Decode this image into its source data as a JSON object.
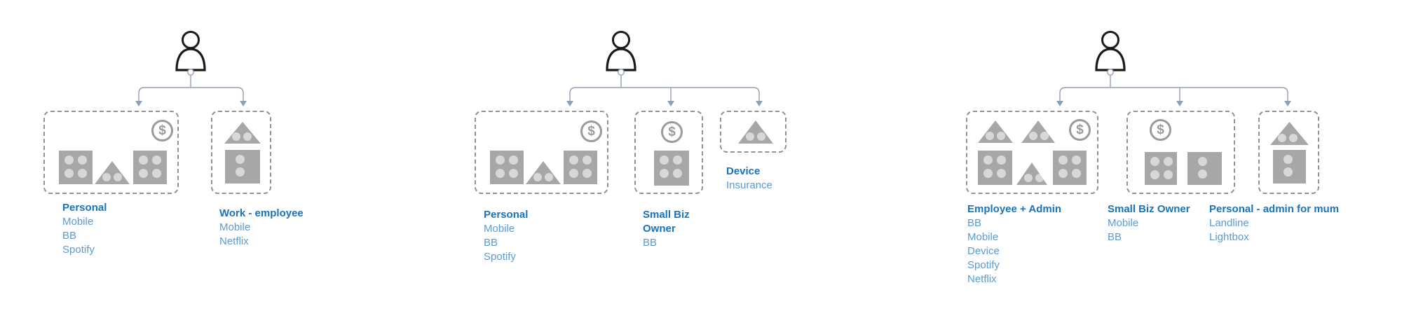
{
  "diagram": {
    "description_colors": {
      "title_blue": "#1A73BC",
      "item_blue": "#5B9BD5",
      "asset_gray": "#A7A7A7",
      "dot_gray": "#D8D8D8",
      "dashed_border_gray": "#929292",
      "connector_gray_blue": "#90A0B0",
      "person_outline": "#1A1A1A"
    }
  },
  "icons": {
    "dollar": "$",
    "person": "person-icon",
    "square_asset": "square-asset-icon",
    "triangle_asset": "triangle-asset-icon"
  },
  "groups": [
    {
      "name": "person-1",
      "boxes": [
        {
          "title": "Personal",
          "items": [
            "Mobile",
            "BB",
            "Spotify"
          ]
        },
        {
          "title": "Work - employee",
          "items": [
            "Mobile",
            "Netflix"
          ]
        }
      ]
    },
    {
      "name": "person-2",
      "boxes": [
        {
          "title": "Personal",
          "items": [
            "Mobile",
            "BB",
            "Spotify"
          ]
        },
        {
          "title": "Small Biz\nOwner",
          "items": [
            "BB"
          ]
        },
        {
          "title": "Device",
          "items": [
            "Insurance"
          ]
        }
      ]
    },
    {
      "name": "person-3",
      "boxes": [
        {
          "title": "Employee + Admin",
          "items": [
            "BB",
            "Mobile",
            "Device",
            "Spotify",
            "Netflix"
          ]
        },
        {
          "title": "Small Biz Owner",
          "items": [
            "Mobile",
            "BB"
          ]
        },
        {
          "title": "Personal - admin for mum",
          "items": [
            "Landline",
            "Lightbox"
          ]
        }
      ]
    }
  ]
}
